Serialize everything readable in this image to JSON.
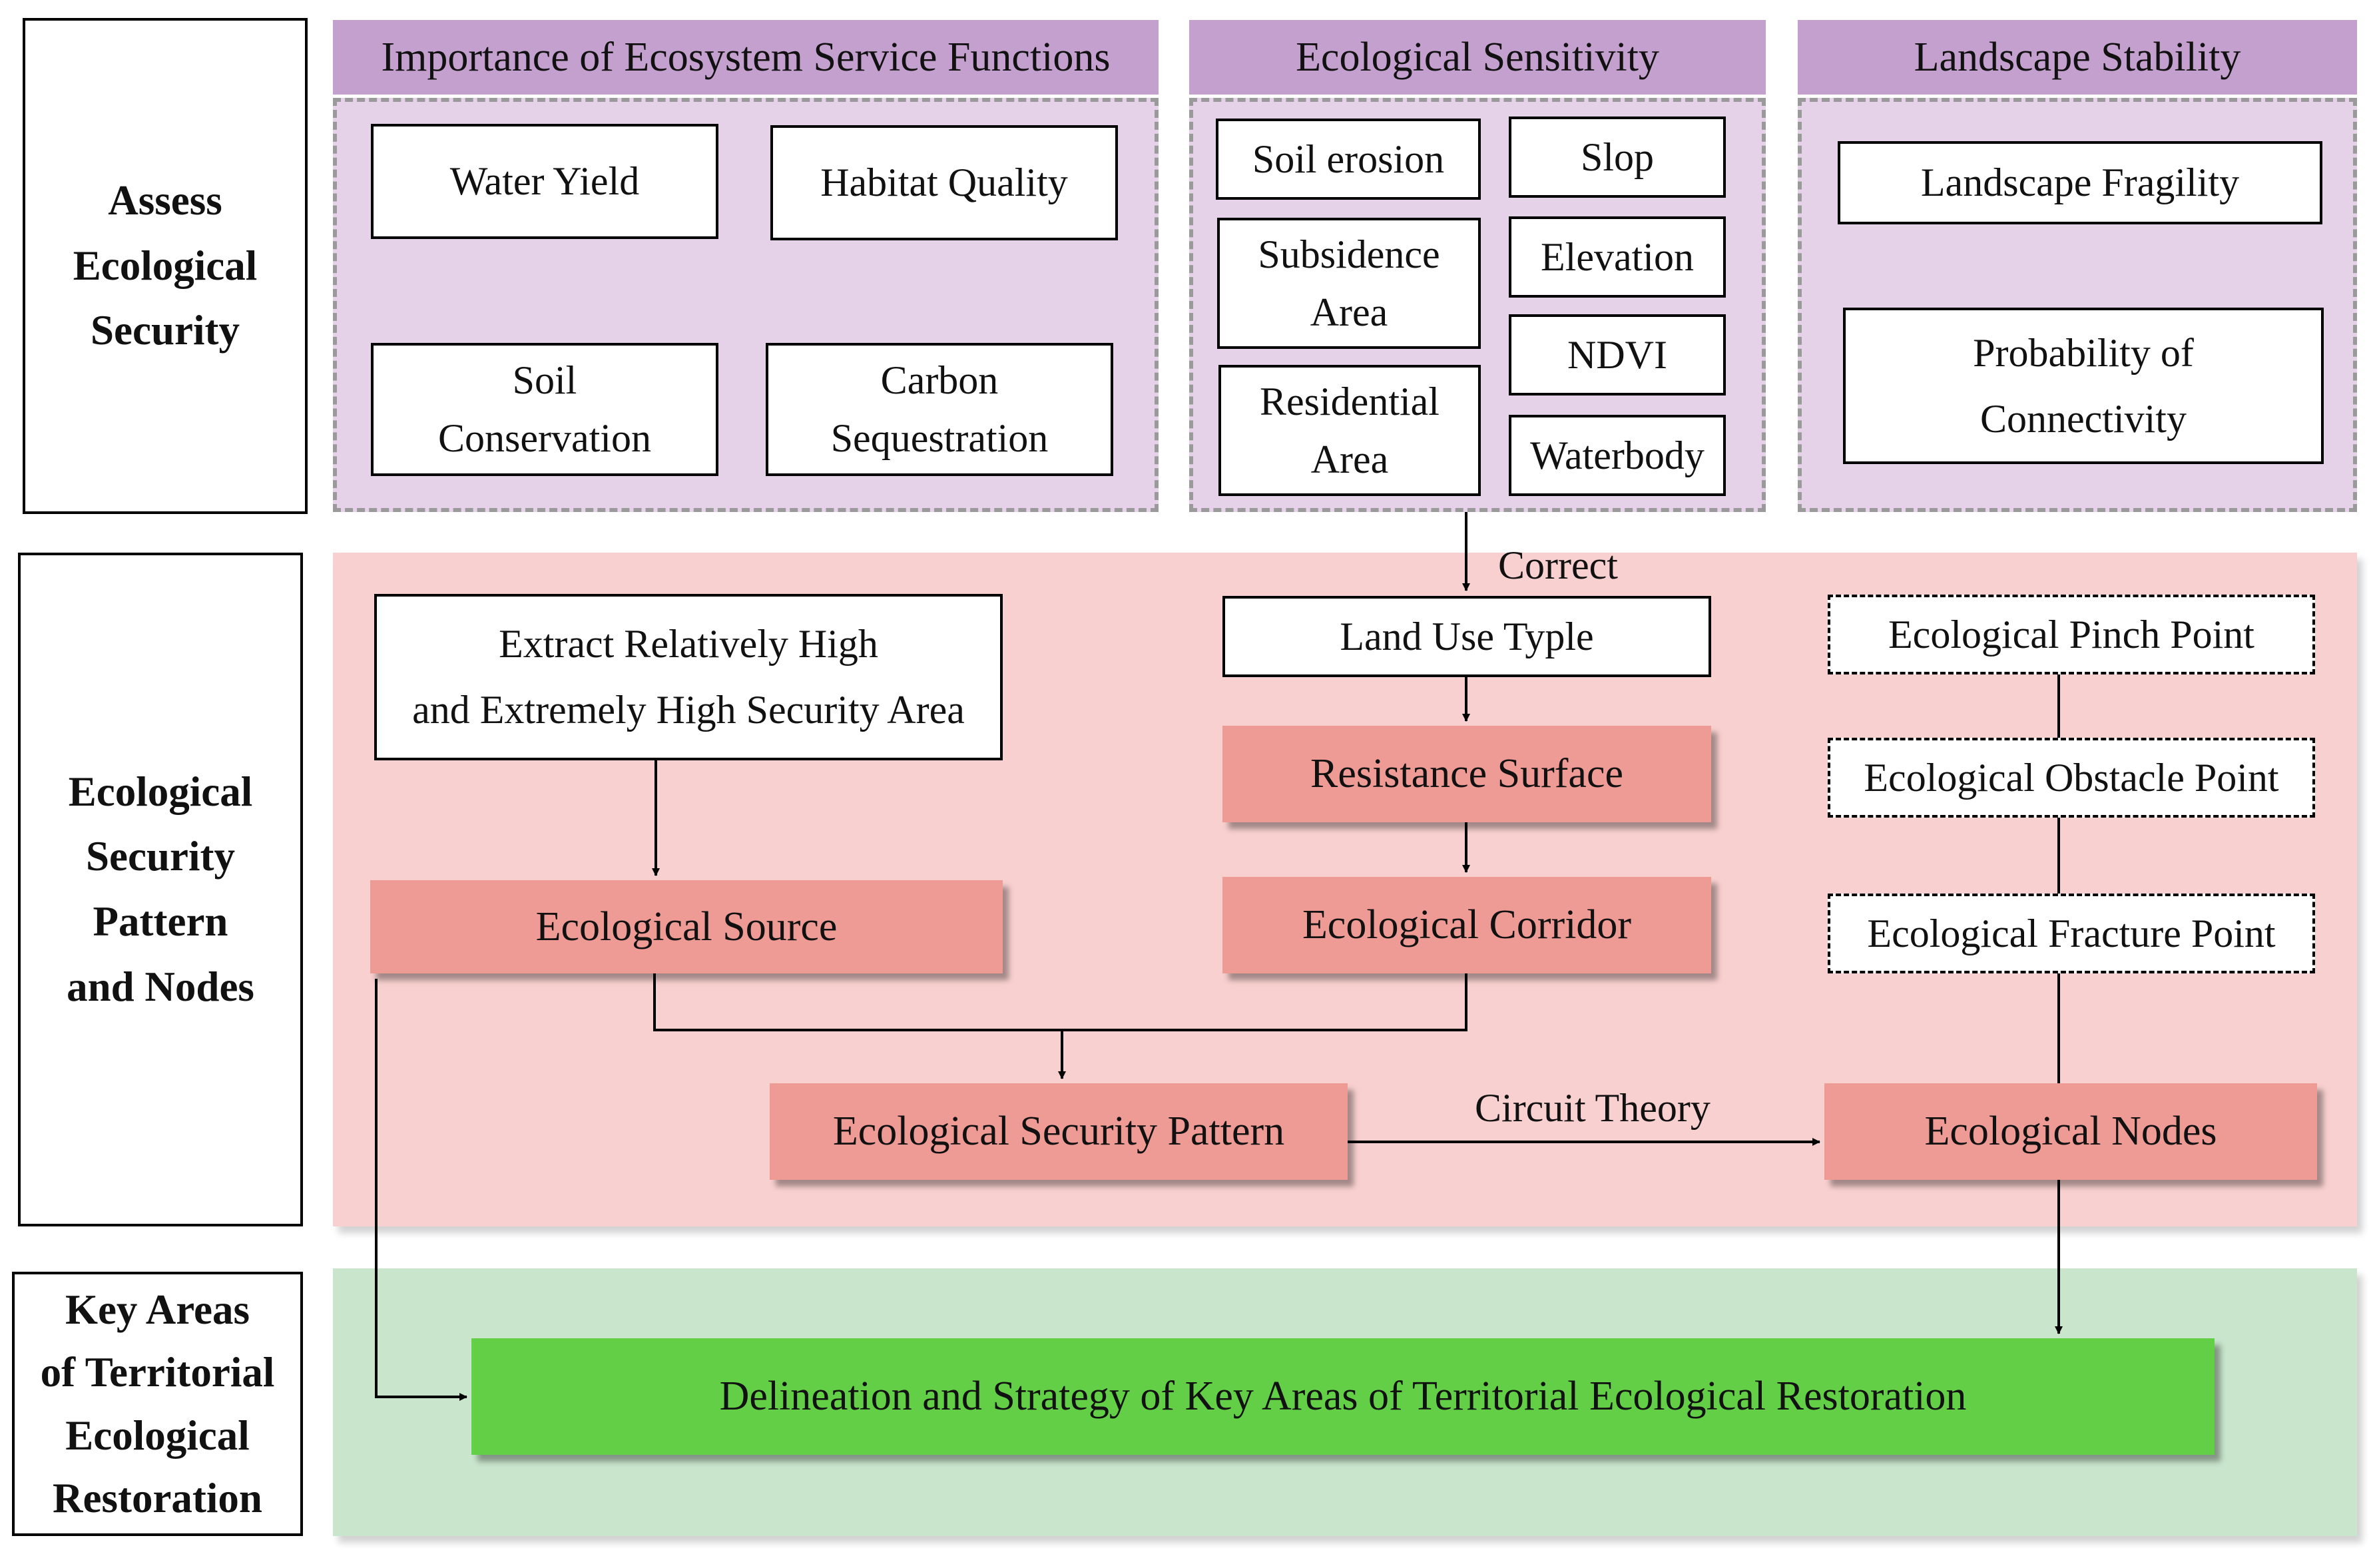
{
  "rows": {
    "assess": [
      "Assess",
      "Ecological",
      "Security"
    ],
    "pattern": [
      "Ecological",
      "Security",
      "Pattern",
      "and Nodes"
    ],
    "key": [
      "Key Areas",
      "of Territorial",
      "Ecological",
      "Restoration"
    ]
  },
  "groups": {
    "ecosystem": {
      "title": "Importance of Ecosystem Service Functions",
      "items": [
        "Water Yield",
        "Habitat Quality",
        "Soil\nConservation",
        "Carbon\nSequestration"
      ]
    },
    "sensitivity": {
      "title": "Ecological Sensitivity",
      "items": [
        "Soil erosion",
        "Slop",
        "Subsidence\nArea",
        "Elevation",
        "NDVI",
        "Residential\nArea",
        "Waterbody"
      ]
    },
    "landscape": {
      "title": "Landscape Stability",
      "items": [
        "Landscape Fragility",
        "Probability of\nConnectivity"
      ]
    }
  },
  "flow": {
    "correct": "Correct",
    "land_use": "Land Use Typle",
    "extract": "Extract Relatively High\nand Extremely High Security Area",
    "resistance": "Resistance Surface",
    "source": "Ecological Source",
    "corridor": "Ecological Corridor",
    "pattern": "Ecological Security Pattern",
    "circuit": "Circuit Theory",
    "nodes": "Ecological Nodes",
    "pinch": "Ecological Pinch Point",
    "obstacle": "Ecological Obstacle Point",
    "fracture": "Ecological Fracture Point",
    "delineation": "Delineation and Strategy of Key Areas of Territorial Ecological Restoration"
  }
}
